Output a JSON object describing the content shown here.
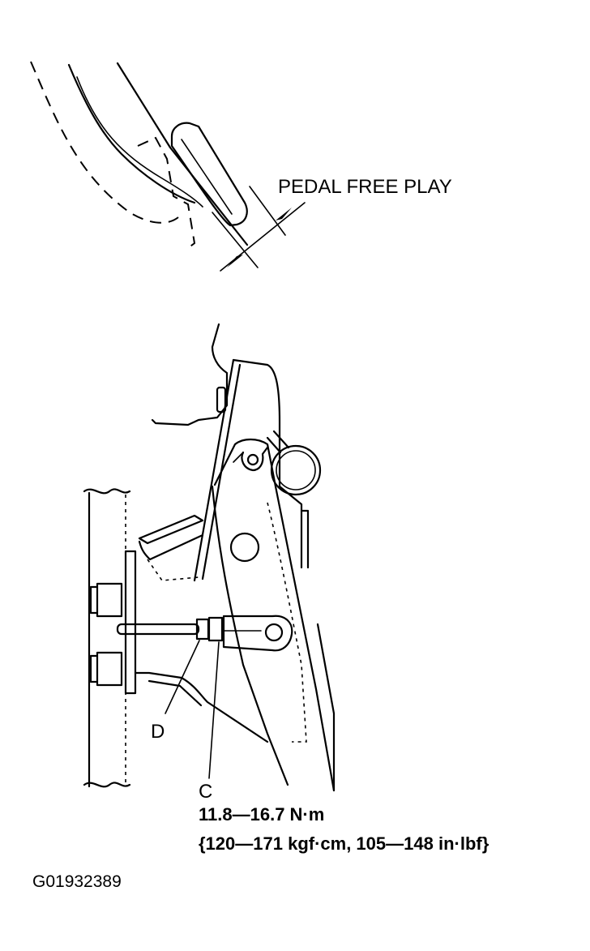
{
  "labels": {
    "pedal_free_play": "PEDAL FREE PLAY",
    "callout_d": "D",
    "callout_c": "C",
    "torque_metric": "11.8—16.7 N·m",
    "torque_alt": "{120—171 kgf·cm, 105—148 in·lbf}",
    "figure_code": "G01932389"
  }
}
